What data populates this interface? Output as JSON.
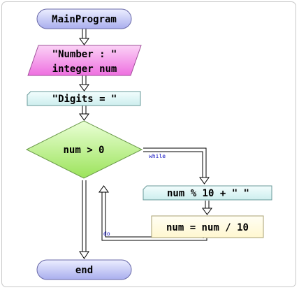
{
  "flowchart": {
    "start_label": "MainProgram",
    "input_line1": "\"Number : \"",
    "input_line2": "integer num",
    "output_digits": "\"Digits = \"",
    "decision": "num > 0",
    "loop_output": "num % 10 + \" \"",
    "assign": "num = num / 10",
    "end_label": "end",
    "while_label": "while",
    "do_label": "do"
  },
  "colors": {
    "terminal": "#b8bcf2",
    "input": "#f57ee8",
    "output": "#d8f4f4",
    "decision": "#a8ee6a",
    "process": "#fffbe0"
  }
}
